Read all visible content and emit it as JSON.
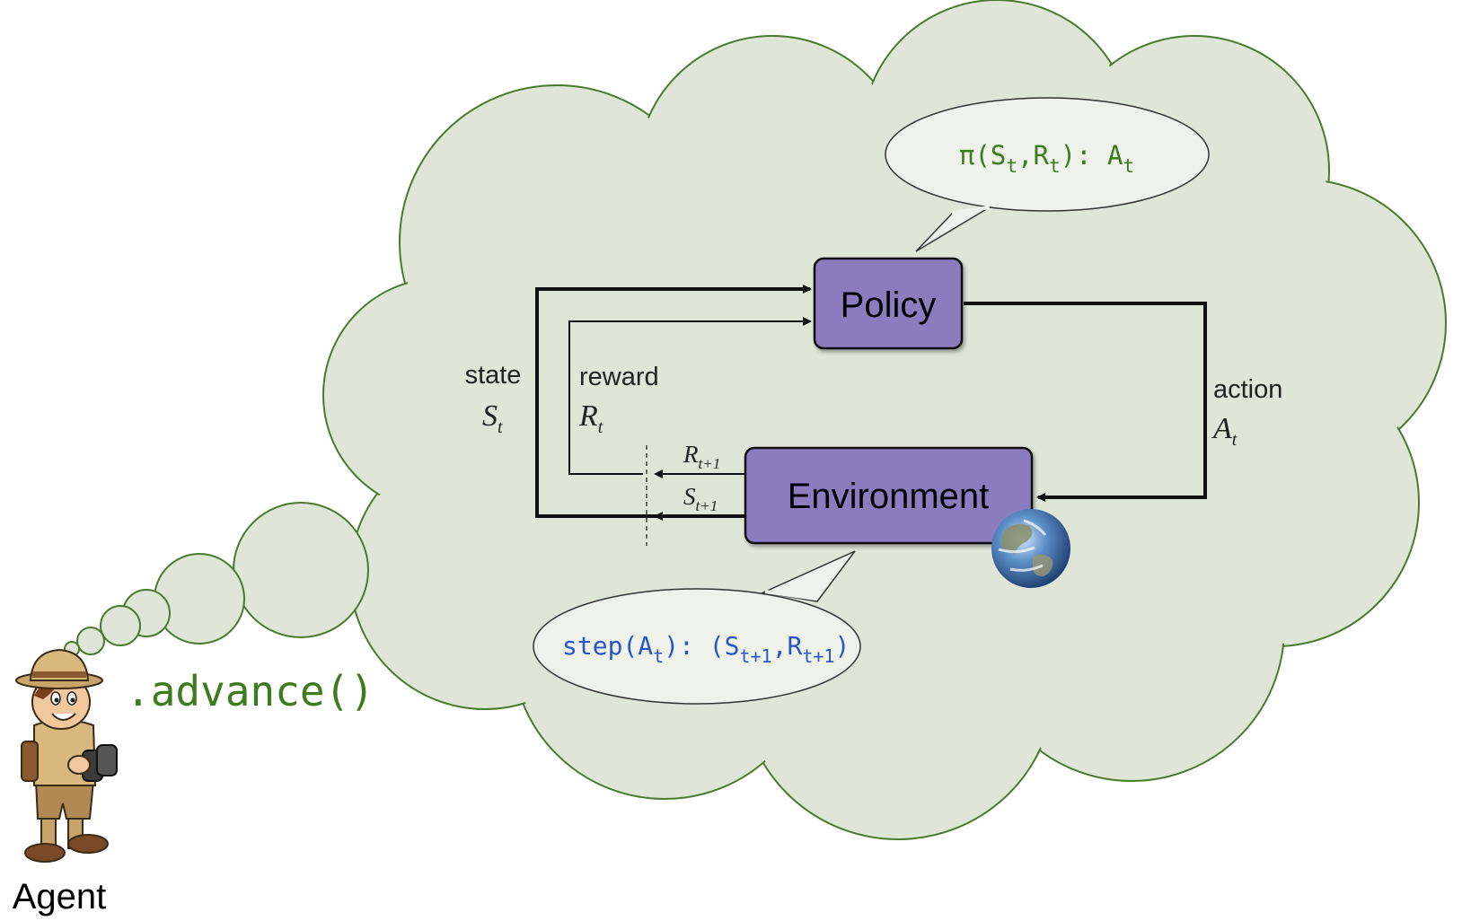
{
  "colors": {
    "cloud_fill": "#dfe6d8",
    "cloud_stroke": "#4a7a2e",
    "box_fill": "#8b7bc0",
    "policy_code": "#3e7a1e",
    "env_code": "#2a55c8",
    "advance": "#3e7a1e",
    "bubble_fill": "#eef2ea"
  },
  "policy_box": {
    "label": "Policy"
  },
  "environment_box": {
    "label": "Environment"
  },
  "state_label": {
    "word": "state",
    "symbol": "S",
    "sub": "t"
  },
  "reward_label": {
    "word": "reward",
    "symbol": "R",
    "sub": "t"
  },
  "action_label": {
    "word": "action",
    "symbol": "A",
    "sub": "t"
  },
  "next_reward": {
    "symbol": "R",
    "sub": "t+1"
  },
  "next_state": {
    "symbol": "S",
    "sub": "t+1"
  },
  "policy_bubble": {
    "pi": "π(S",
    "s_sub": "t",
    "comma": ",R",
    "r_sub": "t",
    "close": "): A",
    "a_sub": "t"
  },
  "env_bubble": {
    "step": "step(A",
    "a_sub": "t",
    "mid": "): (S",
    "s_sub": "t+1",
    "comma": ",R",
    "r_sub": "t+1",
    "close": ")"
  },
  "advance_call": ".advance()",
  "agent": {
    "label": "Agent",
    "icon": "explorer-agent-icon"
  },
  "earth_icon": "earth-globe-icon"
}
